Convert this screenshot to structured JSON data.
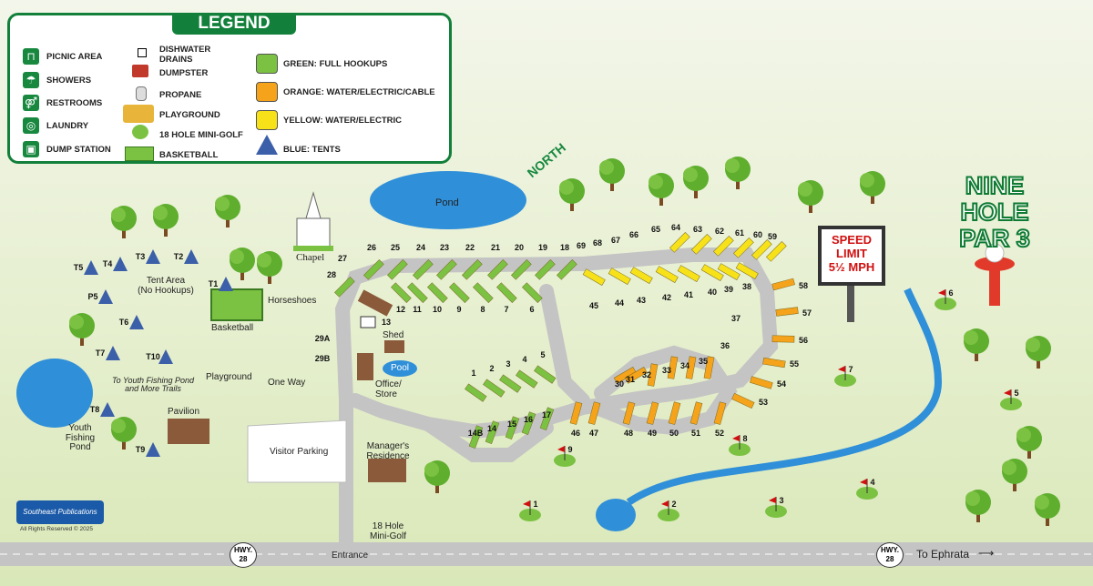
{
  "legend": {
    "title": "LEGEND",
    "items_left": [
      {
        "icon": "picnic-table-icon",
        "label": "PICNIC AREA"
      },
      {
        "icon": "shower-icon",
        "label": "SHOWERS"
      },
      {
        "icon": "restroom-icon",
        "label": "RESTROOMS"
      },
      {
        "icon": "laundry-icon",
        "label": "LAUNDRY"
      },
      {
        "icon": "dump-station-icon",
        "label": "DUMP STATION"
      }
    ],
    "items_mid": [
      {
        "icon": "drain-icon",
        "label": "DISHWATER\nDRAINS"
      },
      {
        "icon": "dumpster-icon",
        "label": "DUMPSTER"
      },
      {
        "icon": "propane-icon",
        "label": "PROPANE"
      },
      {
        "icon": "playground-icon",
        "label": "PLAYGROUND"
      },
      {
        "icon": "mini-golf-icon",
        "label": "18 HOLE MINI-GOLF"
      },
      {
        "icon": "basketball-icon",
        "label": "BASKETBALL"
      }
    ],
    "items_right": [
      {
        "color": "#7cc242",
        "label": "GREEN: FULL HOOKUPS"
      },
      {
        "color": "#f5a31a",
        "label": "ORANGE: WATER/ELECTRIC/CABLE"
      },
      {
        "color": "#f7e21a",
        "label": "YELLOW: WATER/ELECTRIC"
      },
      {
        "color": "#3b5fa8",
        "label": "BLUE: TENTS"
      }
    ]
  },
  "labels": {
    "north": "NORTH",
    "pond": "Pond",
    "chapel": "Chapel",
    "tent_area": "Tent Area\n(No Hookups)",
    "horseshoes": "Horseshoes",
    "basketball": "Basketball",
    "playground": "Playground",
    "one_way": "One Way",
    "shed": "Shed",
    "pool": "Pool",
    "office": "Office/\nStore",
    "fishing_note": "To Youth Fishing Pond\nand More Trails",
    "youth_pond": "Youth\nFishing\nPond",
    "pavilion": "Pavilion",
    "visitor_parking": "Visitor Parking",
    "managers_residence": "Manager's\nResidence",
    "mini_golf": "18 Hole\nMini-Golf",
    "entrance": "Entrance",
    "to_ephrata": "To Ephrata",
    "hwy_left": "HWY.\n28",
    "hwy_right": "HWY.\n28",
    "speed_limit": "SPEED\nLIMIT\n5½ MPH",
    "nine_hole": "NINE\nHOLE\nPAR 3",
    "publisher": "Southeast Publications",
    "rights": "All Rights Reserved © 2025"
  },
  "tents": [
    "T1",
    "T2",
    "T3",
    "T4",
    "T5",
    "T6",
    "T7",
    "T8",
    "T9",
    "T10",
    "P5"
  ],
  "sites": {
    "green_top": [
      "27",
      "26",
      "25",
      "24",
      "23",
      "22",
      "21",
      "20",
      "19",
      "18"
    ],
    "green_inner": [
      "12",
      "11",
      "10",
      "9",
      "8",
      "7",
      "6"
    ],
    "green_lower": [
      "1",
      "2",
      "3",
      "4",
      "5"
    ],
    "green_loop": [
      "14B",
      "14",
      "15",
      "16",
      "17"
    ],
    "orange_inner": [
      "30",
      "31",
      "32",
      "33",
      "34",
      "35"
    ],
    "yellow_top": [
      "64",
      "63",
      "62",
      "61",
      "60",
      "59"
    ],
    "yellow_mid": [
      "45",
      "44",
      "43",
      "42",
      "41",
      "40",
      "39",
      "38"
    ],
    "orange_right": [
      "58",
      "57",
      "56",
      "55",
      "54",
      "53"
    ],
    "orange_bottom": [
      "46",
      "47",
      "48",
      "49",
      "50",
      "51",
      "52"
    ],
    "misc": [
      "69",
      "68",
      "67",
      "66",
      "65",
      "36",
      "37",
      "28",
      "13",
      "29A",
      "29B"
    ]
  },
  "golf_holes": [
    "1",
    "2",
    "3",
    "4",
    "5",
    "6",
    "7",
    "8",
    "9"
  ],
  "colors": {
    "green_site": "#7cc242",
    "orange_site": "#f5a31a",
    "yellow_site": "#f7e21a",
    "tent_blue": "#3b5fa8",
    "road": "#c9c9c9",
    "water": "#2f8fd8",
    "legend_green": "#12803a"
  }
}
